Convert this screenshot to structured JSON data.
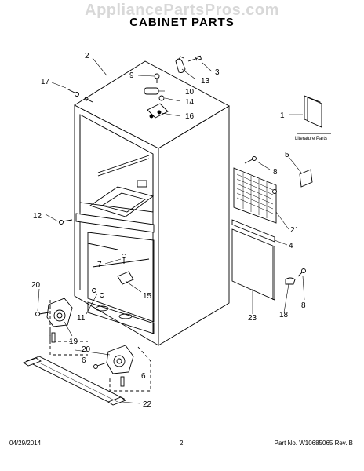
{
  "watermark": "AppliancePartsPros.com",
  "title": "CABINET PARTS",
  "callouts": {
    "c1": "1",
    "c2": "2",
    "c3": "3",
    "c4": "4",
    "c5": "5",
    "c6a": "6",
    "c6b": "6",
    "c7": "7",
    "c8a": "8",
    "c8b": "8",
    "c9": "9",
    "c10": "10",
    "c11": "11",
    "c12": "12",
    "c13": "13",
    "c14": "14",
    "c15": "15",
    "c16": "16",
    "c17": "17",
    "c18": "18",
    "c19": "19",
    "c20a": "20",
    "c20b": "20",
    "c21": "21",
    "c22": "22",
    "c23": "23"
  },
  "literature_label": "Literature Parts",
  "footer": {
    "date": "04/29/2014",
    "page": "2",
    "part": "Part No. W10685065  Rev. B"
  }
}
